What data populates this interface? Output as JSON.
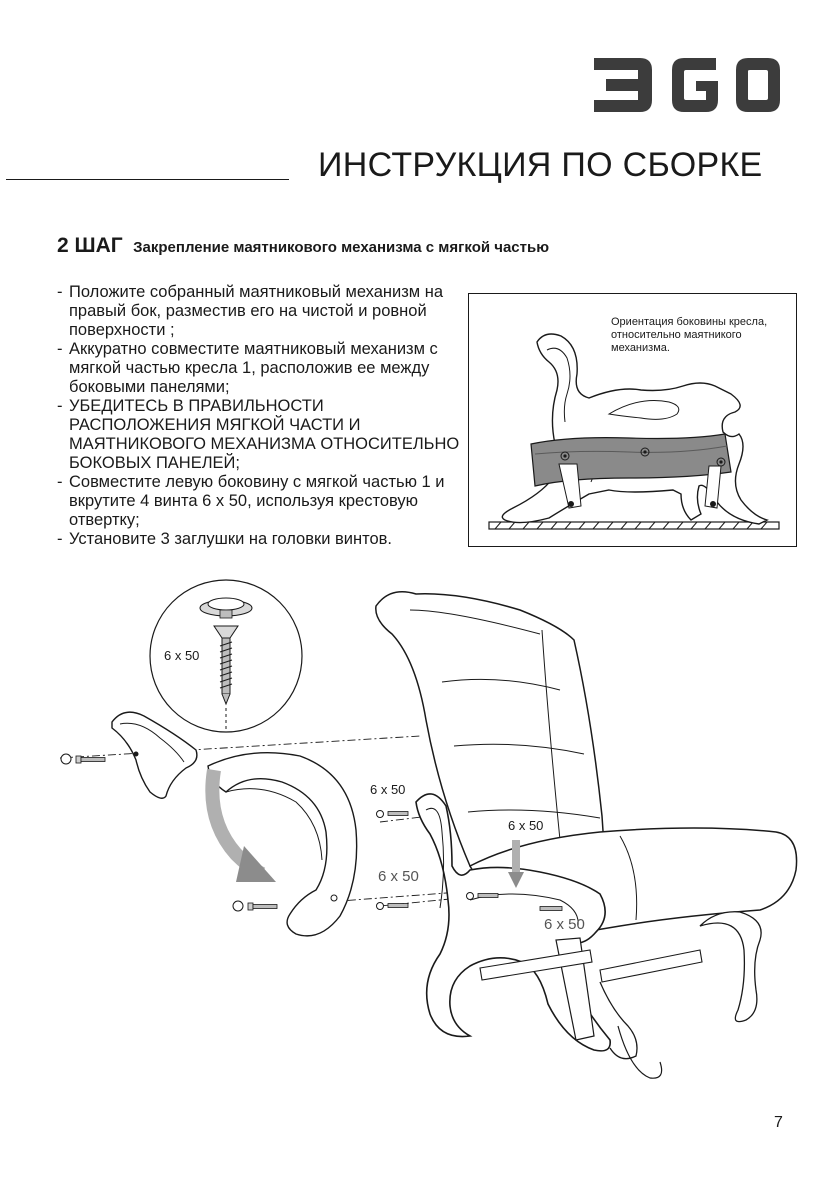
{
  "brand": {
    "logo_text": "ƎGO"
  },
  "header": {
    "title": "ИНСТРУКЦИЯ ПО СБОРКЕ"
  },
  "step": {
    "number": "2 ШАГ",
    "subtitle": "Закрепление маятникового механизма с мягкой частью"
  },
  "instructions": [
    "Положите собранный маятниковый механизм на правый бок, разместив его на чистой и ровной поверхности ;",
    "Аккуратно совместите маятниковый механизм с мягкой частью кресла 1, расположив ее между боковыми панелями;",
    "УБЕДИТЕСЬ В ПРАВИЛЬНОСТИ РАСПОЛОЖЕНИЯ МЯГКОЙ ЧАСТИ И МАЯТНИКОВОГО МЕХАНИЗМА ОТНОСИТЕЛЬНО БОКОВЫХ ПАНЕЛЕЙ;",
    "Совместите левую боковину с мягкой частью 1 и вкрутите 4 винта 6 х 50, используя крестовую отвертку;",
    "Установите 3 заглушки на головки винтов."
  ],
  "inset": {
    "note": "Ориентация боковины кресла, относительно маятникого механизма."
  },
  "labels": {
    "screw_zoom": "6 x 50",
    "screw_a": "6 x 50",
    "screw_b": "6 x 50",
    "screw_c": "6 x 50",
    "screw_d": "6 x 50"
  },
  "page": {
    "number": "7"
  }
}
